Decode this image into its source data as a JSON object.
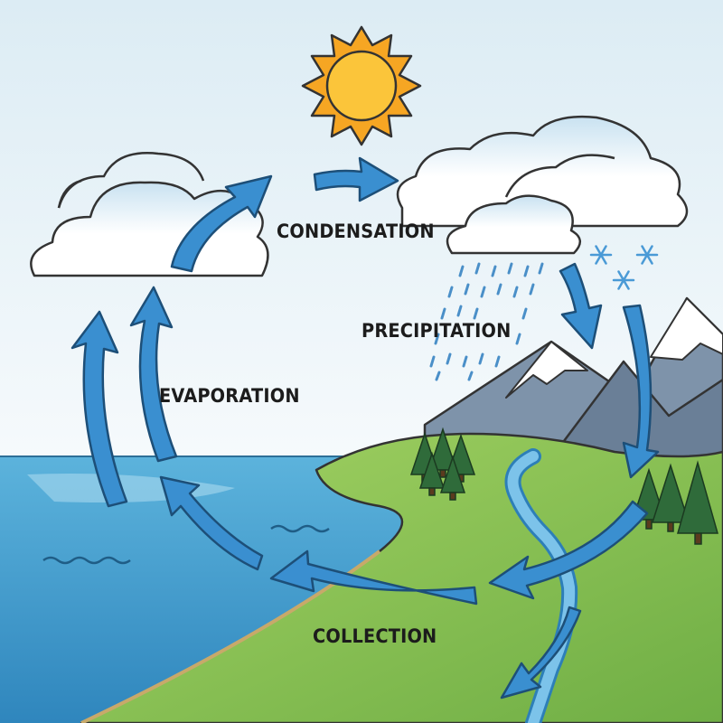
{
  "labels": {
    "condensation": "CONDENSATION",
    "precipitation": "PRECIPITATION",
    "evaporation": "EVAPORATION",
    "collection": "COLLECTION"
  },
  "colors": {
    "sky_top": "#dfeef5",
    "sky_bottom": "#f4f9fb",
    "ocean": "#3f9fd0",
    "land": "#8cc152",
    "mountain": "#7b8ea3",
    "snow": "#ffffff",
    "arrow": "#3a8fd0",
    "sun": "#f7b731",
    "cloud": "#ffffff",
    "snowflake": "#4a9ad6"
  }
}
